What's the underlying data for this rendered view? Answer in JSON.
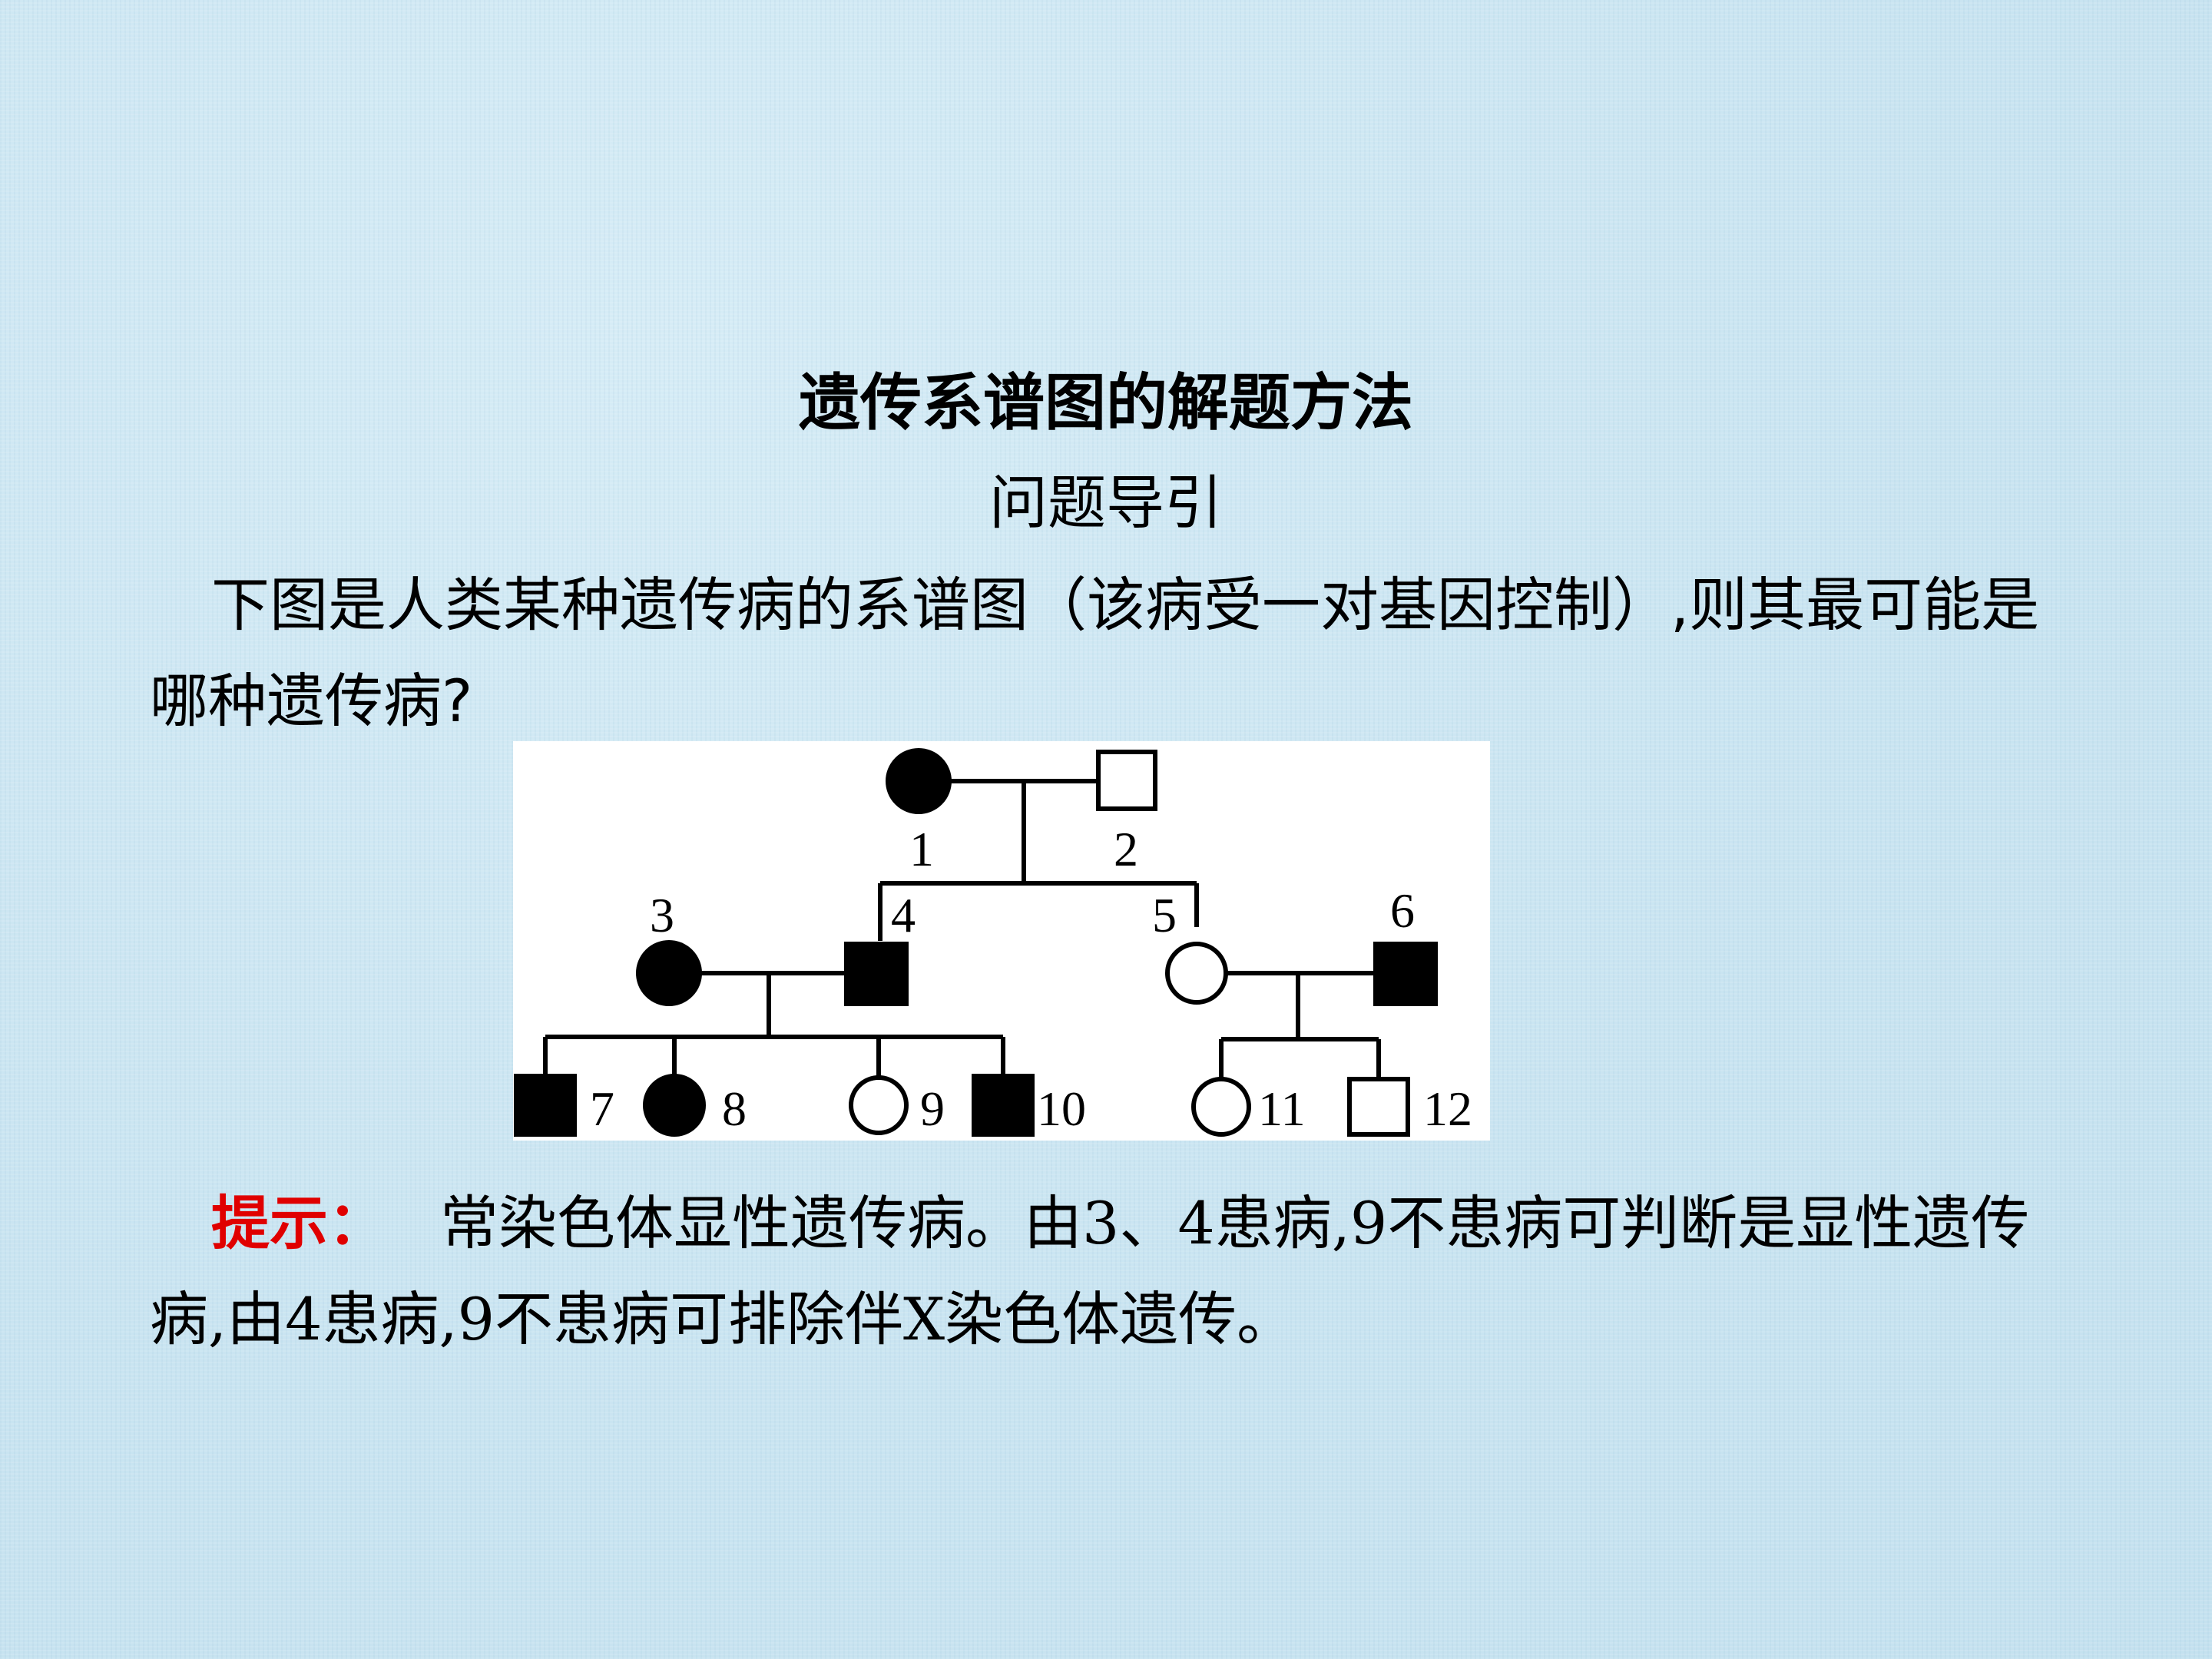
{
  "slide": {
    "title": "遗传系谱图的解题方法",
    "subtitle": "问题导引",
    "question": "下图是人类某种遗传病的系谱图（该病受一对基因控制）,则其最可能是哪种遗传病?",
    "hint_label": "提示：",
    "hint_text": "常染色体显性遗传病。由3、4患病,9不患病可判断是显性遗传病,由4患病,9不患病可排除伴X染色体遗传。"
  },
  "pedigree": {
    "individuals": [
      {
        "id": "1",
        "sex": "female",
        "affected": true
      },
      {
        "id": "2",
        "sex": "male",
        "affected": false
      },
      {
        "id": "3",
        "sex": "female",
        "affected": true
      },
      {
        "id": "4",
        "sex": "male",
        "affected": true
      },
      {
        "id": "5",
        "sex": "female",
        "affected": false
      },
      {
        "id": "6",
        "sex": "male",
        "affected": true
      },
      {
        "id": "7",
        "sex": "male",
        "affected": true
      },
      {
        "id": "8",
        "sex": "female",
        "affected": true
      },
      {
        "id": "9",
        "sex": "female",
        "affected": false
      },
      {
        "id": "10",
        "sex": "male",
        "affected": true
      },
      {
        "id": "11",
        "sex": "female",
        "affected": false
      },
      {
        "id": "12",
        "sex": "male",
        "affected": false
      }
    ]
  }
}
